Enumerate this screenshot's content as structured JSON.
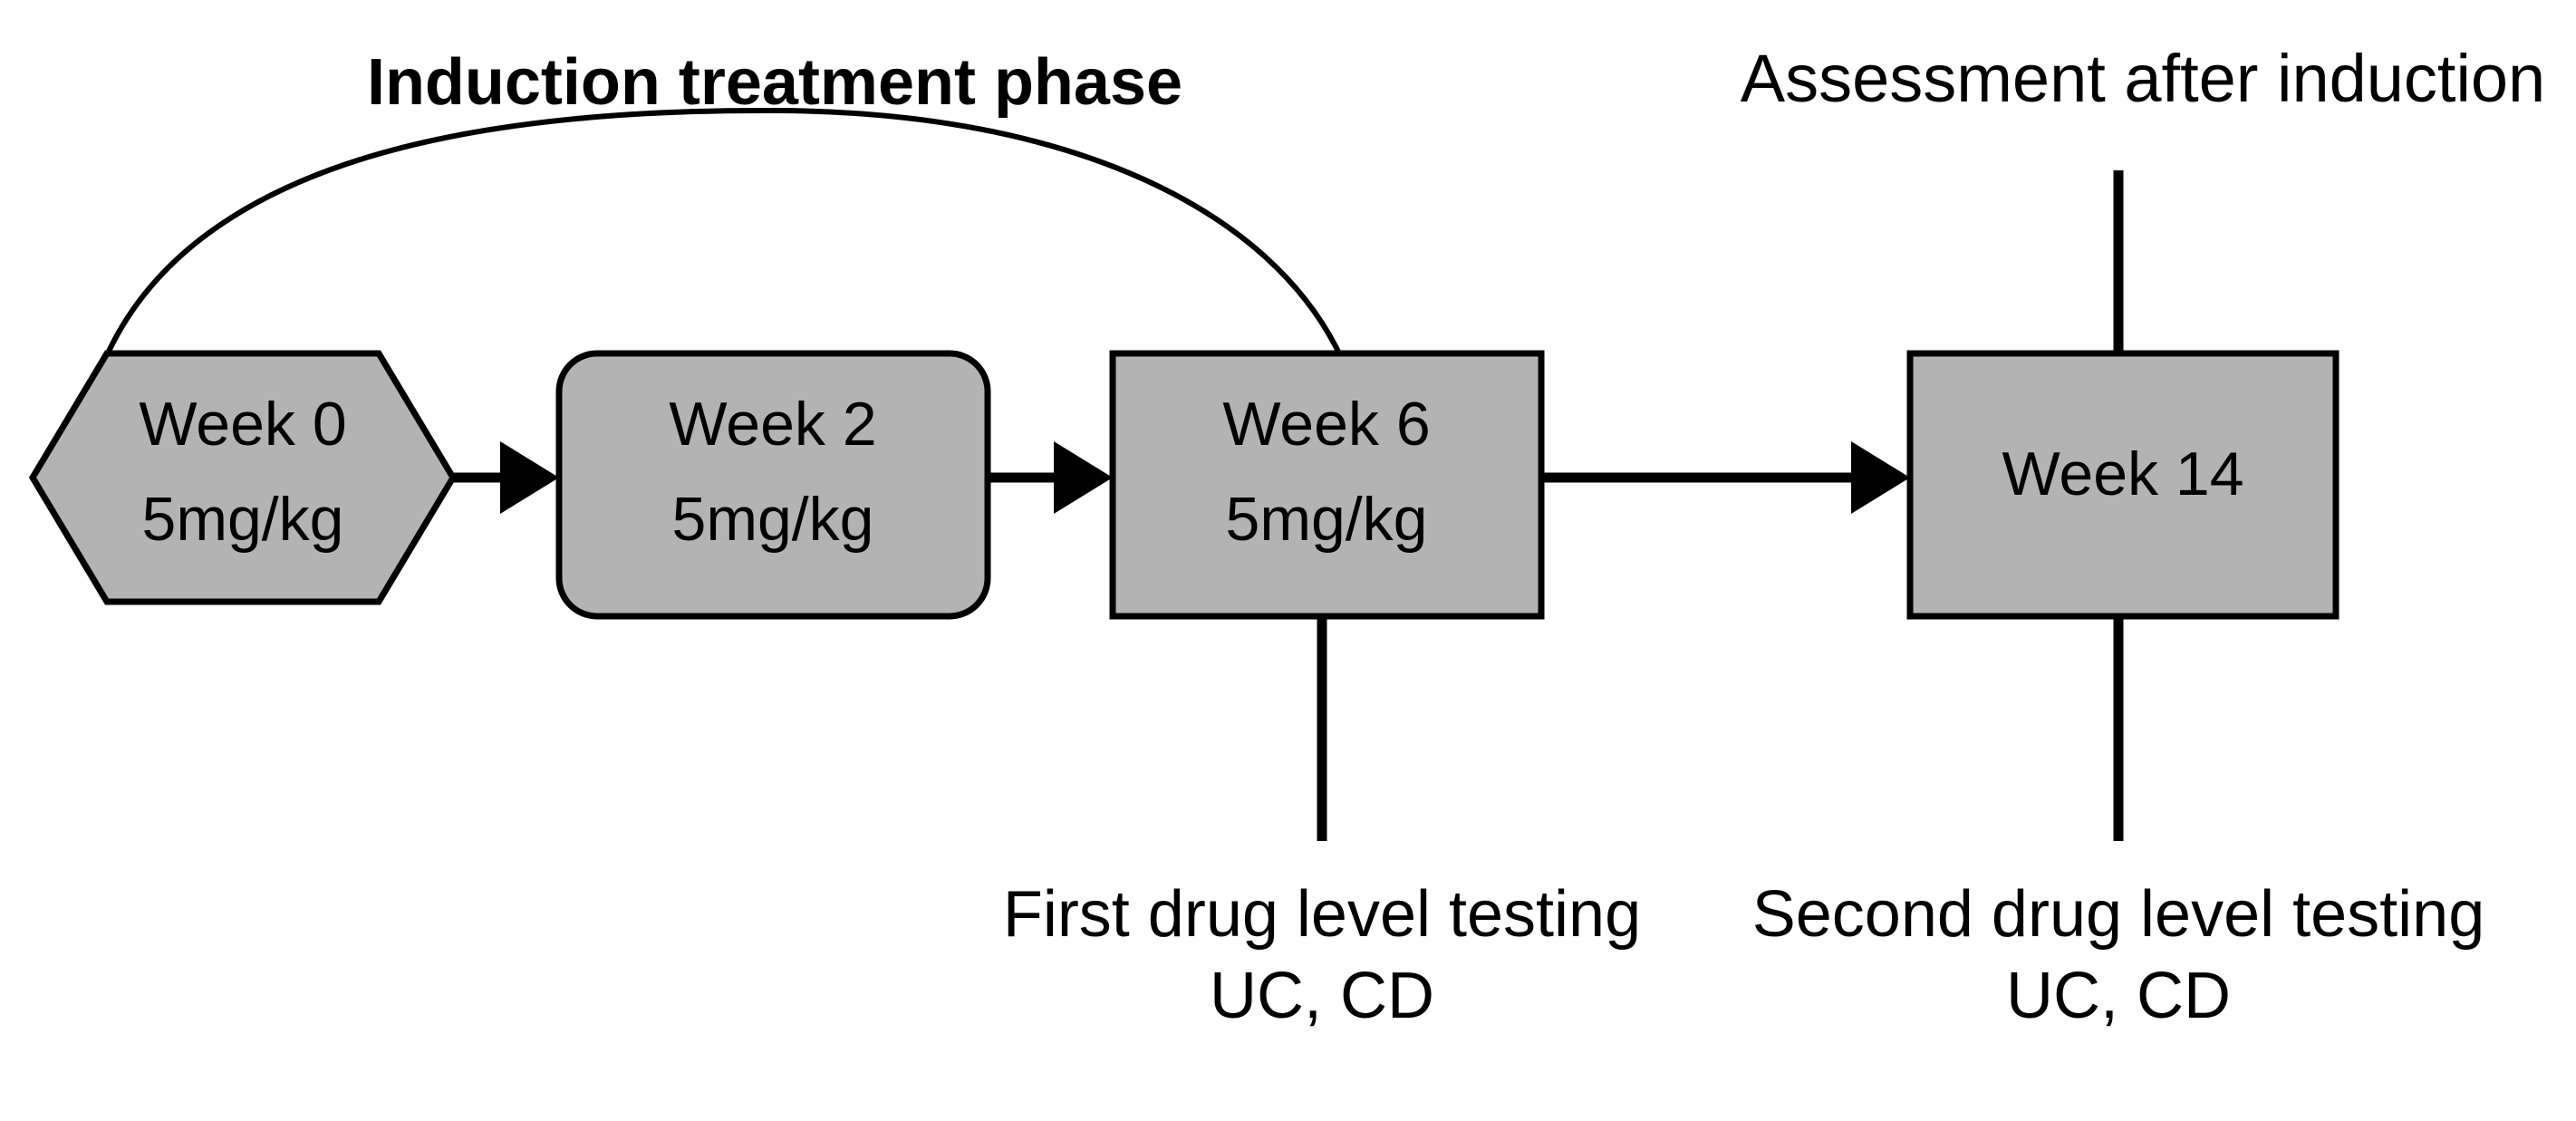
{
  "diagram": {
    "title_left": "Induction treatment phase",
    "title_right": "Assessment after induction",
    "nodes": [
      {
        "id": "week0",
        "shape": "hexagon",
        "line1": "Week 0",
        "line2": "5mg/kg"
      },
      {
        "id": "week2",
        "shape": "rounded-rectangle",
        "line1": "Week 2",
        "line2": "5mg/kg"
      },
      {
        "id": "week6",
        "shape": "rectangle",
        "line1": "Week 6",
        "line2": "5mg/kg"
      },
      {
        "id": "week14",
        "shape": "rectangle",
        "line1": "Week 14",
        "line2": ""
      }
    ],
    "captions": [
      {
        "id": "first-testing",
        "line1": "First drug level testing",
        "line2": "UC, CD"
      },
      {
        "id": "second-testing",
        "line1": "Second drug level testing",
        "line2": "UC, CD"
      }
    ],
    "colors": {
      "node_fill": "#b3b3b3",
      "stroke": "#000000",
      "background": "#ffffff",
      "text": "#000000"
    }
  }
}
